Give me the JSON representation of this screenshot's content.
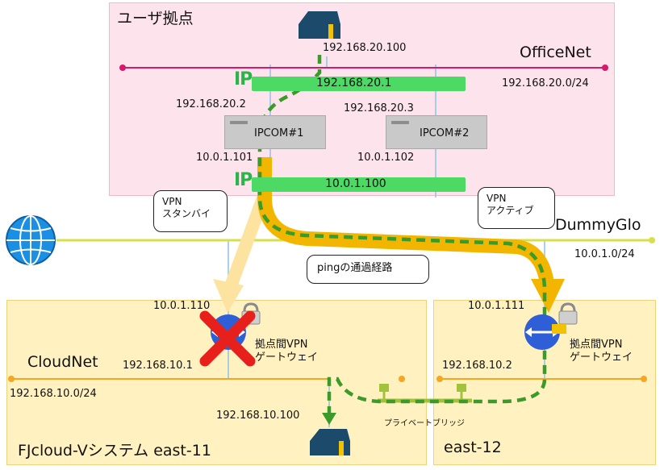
{
  "zones": {
    "user_site": "ユーザ拠点",
    "east11": "FJcloud-Vシステム east-11",
    "east12": "east-12"
  },
  "networks": {
    "office": {
      "name": "OfficeNet",
      "cidr": "192.168.20.0/24"
    },
    "dummy": {
      "name": "DummyGlo",
      "cidr": "10.0.1.0/24"
    },
    "cloud": {
      "name": "CloudNet",
      "cidr": "192.168.10.0/24"
    }
  },
  "ip_segments": {
    "ip_tag": "IP",
    "upper": "192.168.20.1",
    "lower": "10.0.1.100"
  },
  "routers": {
    "ipcom1": {
      "label": "IPCOM#1",
      "ip_office": "192.168.20.2",
      "ip_dummy": "10.0.1.101"
    },
    "ipcom2": {
      "label": "IPCOM#2",
      "ip_office": "192.168.20.3",
      "ip_dummy": "10.0.1.102"
    }
  },
  "hosts": {
    "office_pc": {
      "ip": "192.168.20.100"
    },
    "cloud_server": {
      "ip": "192.168.10.100"
    }
  },
  "gateways": {
    "gw11": {
      "label_line1": "拠点間VPN",
      "label_line2": "ゲートウェイ",
      "ip_dummy": "10.0.1.110",
      "ip_cloud": "192.168.10.1"
    },
    "gw12": {
      "label_line1": "拠点間VPN",
      "label_line2": "ゲートウェイ",
      "ip_dummy": "10.0.1.111",
      "ip_cloud": "192.168.10.2"
    }
  },
  "callouts": {
    "standby": {
      "line1": "VPN",
      "line2": "スタンバイ"
    },
    "active": {
      "line1": "VPN",
      "line2": "アクティブ"
    },
    "ping": "pingの通過経路"
  },
  "bridge": {
    "label": "プライベートブリッジ"
  },
  "colors": {
    "officenet_line": "#d6196b",
    "dummy_line": "#d7e04a",
    "cloud_line": "#f5a623",
    "ip_segment": "#4cd964",
    "vpn_active": "#f2b600",
    "vpn_standby": "#fde3a0",
    "ping_path": "#3a9b2a",
    "gateway_blue": "#2f5fd6",
    "failure_x": "#e8201c",
    "host_navy": "#1b4a6b"
  }
}
